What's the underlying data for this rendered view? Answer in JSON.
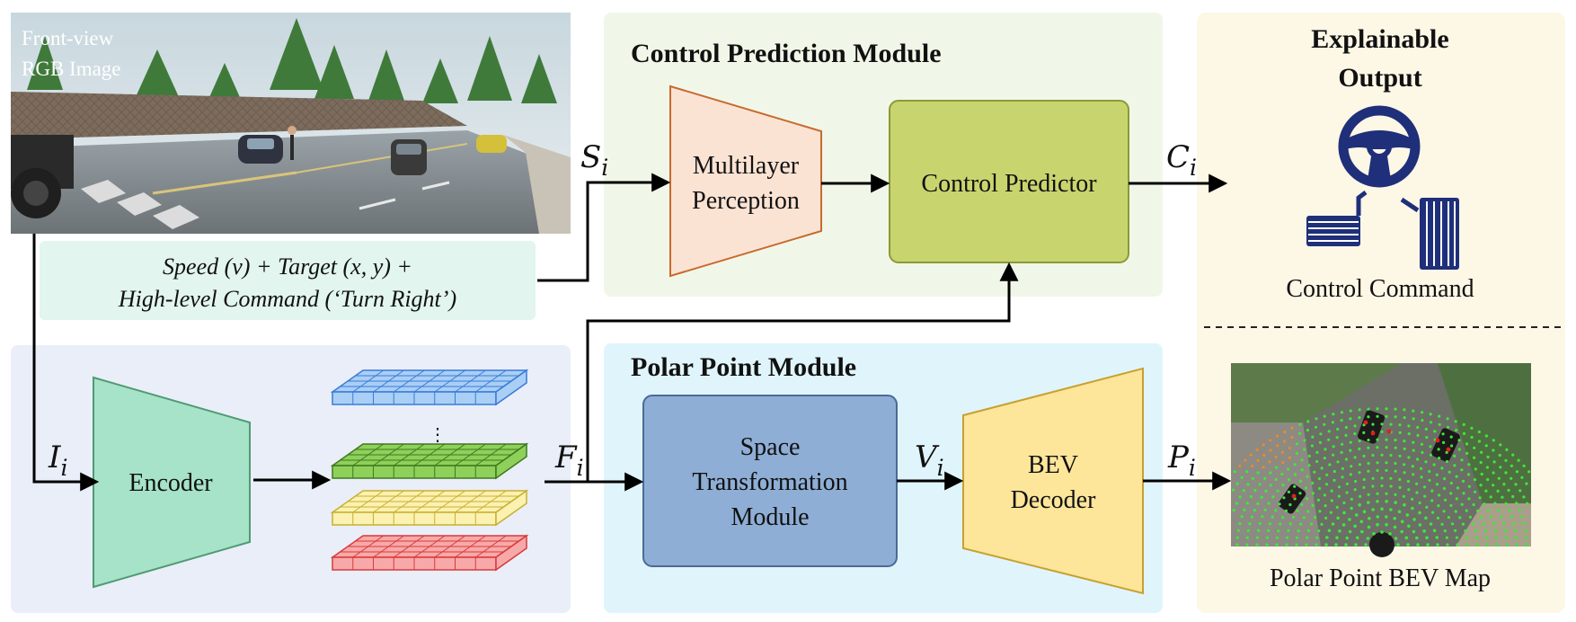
{
  "title": "",
  "image_panel": {
    "label_line1": "Front-view",
    "label_line2": "RGB Image"
  },
  "measurements": {
    "line1": "Speed (v) + Target (x, y) +",
    "line2": "High-level Command (‘Turn Right’)"
  },
  "control_module": {
    "title": "Control Prediction Module",
    "mlp_line1": "Multilayer",
    "mlp_line2": "Perception",
    "predictor": "Control Predictor"
  },
  "polar_module": {
    "title": "Polar Point Module",
    "stm_line1": "Space",
    "stm_line2": "Transformation",
    "stm_line3": "Module",
    "bev_line1": "BEV",
    "bev_line2": "Decoder"
  },
  "encoder": {
    "label": "Encoder",
    "dots": "⋮"
  },
  "symbols": {
    "s": "S",
    "s_sub": "i",
    "c": "C",
    "c_sub": "i",
    "i": "I",
    "i_sub": "i",
    "f": "F",
    "f_sub": "i",
    "v": "V",
    "v_sub": "i",
    "p": "P",
    "p_sub": "i"
  },
  "output": {
    "title_line1": "Explainable",
    "title_line2": "Output",
    "control_caption": "Control Command",
    "bev_caption": "Polar Point BEV Map"
  },
  "colors": {
    "control_bg": "#f1f7e8",
    "polar_bg": "#e0f5fb",
    "encoder_bg": "#e9eef8",
    "output_bg": "#fdf7e6",
    "measure_bg": "#e2f5ef",
    "mlp_fill": "#fbe3d4",
    "predictor_fill": "#c8d56e",
    "encoder_fill": "#a6e3c8",
    "stm_fill": "#8eaed5",
    "bev_fill": "#fde59a",
    "icon_navy": "#1f2f7a",
    "layer_blue": "#a9cff5",
    "layer_green": "#8ed05a",
    "layer_yellow": "#fbf1b0",
    "layer_red": "#f7a9a9"
  }
}
